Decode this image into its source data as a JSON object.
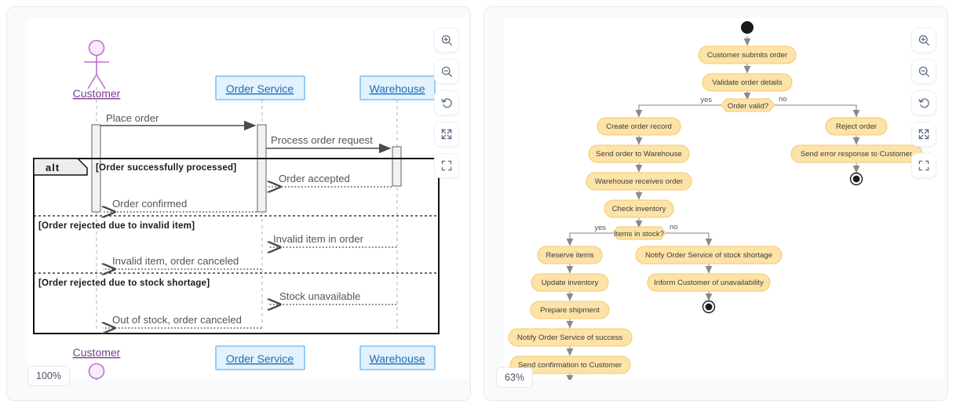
{
  "panels": [
    {
      "id": "sequence-diagram-panel",
      "kind": "sequence",
      "zoom_label": "100%",
      "toolbar": [
        {
          "name": "zoom-in-icon",
          "label": "Zoom in"
        },
        {
          "name": "zoom-out-icon",
          "label": "Zoom out"
        },
        {
          "name": "reset-icon",
          "label": "Reset view"
        },
        {
          "name": "expand-icon",
          "label": "Fit to screen"
        },
        {
          "name": "fullscreen-icon",
          "label": "Fullscreen"
        }
      ],
      "participants": [
        {
          "name": "Customer",
          "type": "actor"
        },
        {
          "name": "Order Service",
          "type": "box"
        },
        {
          "name": "Warehouse",
          "type": "box"
        }
      ],
      "fragment": {
        "operator": "alt",
        "guards": [
          "[Order successfully processed]",
          "[Order rejected due to invalid item]",
          "[Order rejected due to stock shortage]"
        ]
      },
      "messages": [
        {
          "text": "Place order",
          "from": "Customer",
          "to": "Order Service",
          "style": "solid"
        },
        {
          "text": "Process order request",
          "from": "Order Service",
          "to": "Warehouse",
          "style": "solid"
        },
        {
          "text": "Order accepted",
          "from": "Warehouse",
          "to": "Order Service",
          "style": "dotted"
        },
        {
          "text": "Order confirmed",
          "from": "Order Service",
          "to": "Customer",
          "style": "dotted"
        },
        {
          "text": "Invalid item in order",
          "from": "Warehouse",
          "to": "Order Service",
          "style": "dotted"
        },
        {
          "text": "Invalid item, order canceled",
          "from": "Order Service",
          "to": "Customer",
          "style": "dotted"
        },
        {
          "text": "Stock unavailable",
          "from": "Warehouse",
          "to": "Order Service",
          "style": "dotted"
        },
        {
          "text": "Out of stock, order canceled",
          "from": "Order Service",
          "to": "Customer",
          "style": "dotted"
        }
      ]
    },
    {
      "id": "activity-diagram-panel",
      "kind": "activity",
      "zoom_label": "63%",
      "toolbar": [
        {
          "name": "zoom-in-icon",
          "label": "Zoom in"
        },
        {
          "name": "zoom-out-icon",
          "label": "Zoom out"
        },
        {
          "name": "reset-icon",
          "label": "Reset view"
        },
        {
          "name": "expand-icon",
          "label": "Fit to screen"
        },
        {
          "name": "fullscreen-icon",
          "label": "Fullscreen"
        }
      ],
      "nodes": [
        {
          "id": "start",
          "type": "initial",
          "text": ""
        },
        {
          "id": "a1",
          "type": "action",
          "text": "Customer submits order"
        },
        {
          "id": "a2",
          "type": "action",
          "text": "Validate order details"
        },
        {
          "id": "d1",
          "type": "decision",
          "text": "Order valid?"
        },
        {
          "id": "a3",
          "type": "action",
          "text": "Create order record"
        },
        {
          "id": "a4",
          "type": "action",
          "text": "Send order to Warehouse"
        },
        {
          "id": "a5",
          "type": "action",
          "text": "Warehouse receives order"
        },
        {
          "id": "a6",
          "type": "action",
          "text": "Check inventory"
        },
        {
          "id": "d2",
          "type": "decision",
          "text": "Items in stock?"
        },
        {
          "id": "a7",
          "type": "action",
          "text": "Reserve items"
        },
        {
          "id": "a8",
          "type": "action",
          "text": "Update inventory"
        },
        {
          "id": "a9",
          "type": "action",
          "text": "Prepare shipment"
        },
        {
          "id": "a10",
          "type": "action",
          "text": "Notify Order Service of success"
        },
        {
          "id": "a11",
          "type": "action",
          "text": "Send confirmation to Customer"
        },
        {
          "id": "a12",
          "type": "action",
          "text": "Reject order"
        },
        {
          "id": "a13",
          "type": "action",
          "text": "Send error response to Customer"
        },
        {
          "id": "a14",
          "type": "action",
          "text": "Notify Order Service of stock shortage"
        },
        {
          "id": "a15",
          "type": "action",
          "text": "Inform Customer of unavailability"
        },
        {
          "id": "end1",
          "type": "final",
          "text": ""
        },
        {
          "id": "end2",
          "type": "final",
          "text": ""
        },
        {
          "id": "end3",
          "type": "final",
          "text": ""
        }
      ],
      "edge_labels": [
        {
          "from": "d1",
          "to": "a3",
          "text": "yes"
        },
        {
          "from": "d1",
          "to": "a12",
          "text": "no"
        },
        {
          "from": "d2",
          "to": "a7",
          "text": "yes"
        },
        {
          "from": "d2",
          "to": "a14",
          "text": "no"
        }
      ]
    }
  ],
  "colors": {
    "action_fill": "#fde3a7",
    "action_stroke": "#f5c96b",
    "participant_fill": "#e3f2fd",
    "participant_stroke": "#64b5f6",
    "participant_text": "#1f6fb5",
    "actor_stroke": "#c070d0",
    "actor_text": "#7a3f8f",
    "message_text": "#555555",
    "panel_bg": "#f8fafc",
    "canvas_bg": "#ffffff"
  }
}
